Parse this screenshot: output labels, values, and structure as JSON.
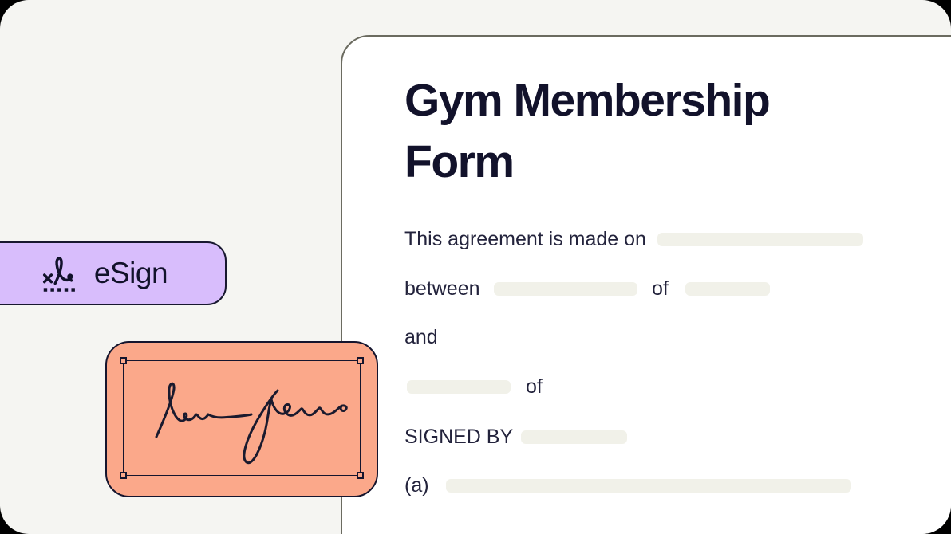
{
  "page": {
    "colors": {
      "background": "#f5f5f2",
      "outer": "#000000",
      "card_bg": "#ffffff",
      "card_border": "#6b6b60",
      "ink": "#12122b",
      "body_text": "#23233c",
      "placeholder": "#f1f1e9",
      "badge_purple": "#d8bdfc",
      "signature_salmon": "#fba88a",
      "stroke_navy": "#15152e"
    }
  },
  "esign_badge": {
    "label": "eSign",
    "icon": "signature-icon"
  },
  "form": {
    "title": "Gym Membership Form",
    "title_lines": [
      "Gym Membership",
      "Form"
    ],
    "line_agreement": {
      "text": "This agreement is made on"
    },
    "line_between": {
      "word": "between",
      "of": "of"
    },
    "line_and": {
      "word": "and"
    },
    "line_of": {
      "word": "of"
    },
    "line_signed": {
      "label": "SIGNED BY"
    },
    "line_a": {
      "label": "(a)"
    }
  },
  "signature_field": {
    "state": "selected",
    "content": "handwritten signature scribble"
  }
}
